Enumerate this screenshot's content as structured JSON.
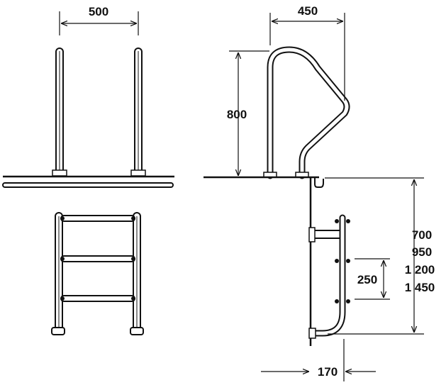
{
  "drawing": {
    "dimensions": {
      "handrail_spacing": "500",
      "handrail_reach": "450",
      "handrail_height": "800",
      "step_pitch": "250",
      "wall_offset": "170",
      "ladder_depths": [
        "700",
        "950",
        "1 200",
        "1 450"
      ]
    },
    "ink_color": "#111111",
    "paper_color": "#ffffff"
  }
}
